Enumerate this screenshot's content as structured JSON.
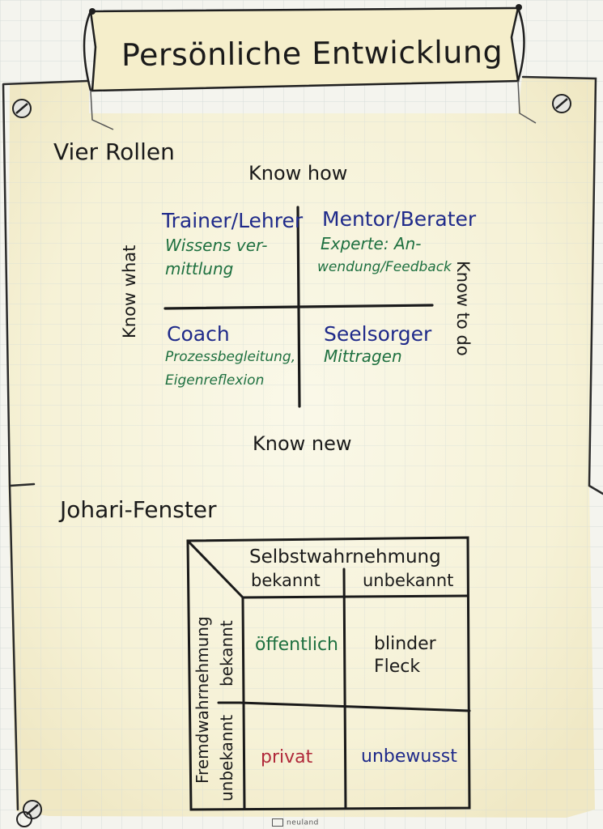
{
  "title": "Persönliche Entwicklung",
  "section1": {
    "heading": "Vier Rollen",
    "axis_top": "Know how",
    "axis_bottom": "Know new",
    "axis_left": "Know what",
    "axis_right": "Know to do",
    "quadrants": [
      {
        "role": "Trainer/Lehrer",
        "desc_line1": "Wissens ver-",
        "desc_line2": "mittlung"
      },
      {
        "role": "Mentor/Berater",
        "desc_line1": "Experte: An-",
        "desc_line2": "wendung/Feedback"
      },
      {
        "role": "Coach",
        "desc_line1": "Prozessbegleitung,",
        "desc_line2": "Eigenreflexion"
      },
      {
        "role": "Seelsorger",
        "desc_line1": "Mittragen",
        "desc_line2": ""
      }
    ]
  },
  "section2": {
    "heading": "Johari-Fenster",
    "top_header": "Selbstwahrnehmung",
    "col_known": "bekannt",
    "col_unknown": "unbekannt",
    "side_header": "Fremdwahrnehmung",
    "row_known": "bekannt",
    "row_unknown": "unbekannt",
    "cells": {
      "public": "öffentlich",
      "blind_line1": "blinder",
      "blind_line2": "Fleck",
      "private": "privat",
      "unconscious": "unbewusst"
    }
  },
  "brand": "neuland",
  "colors": {
    "paper": "#f8f6e6",
    "banner": "#f5eecb",
    "grid": "#d6ddd9",
    "ink_black": "#1a1a1a",
    "ink_blue": "#1f2a8a",
    "ink_green": "#1e7040",
    "ink_red": "#b0283a"
  }
}
